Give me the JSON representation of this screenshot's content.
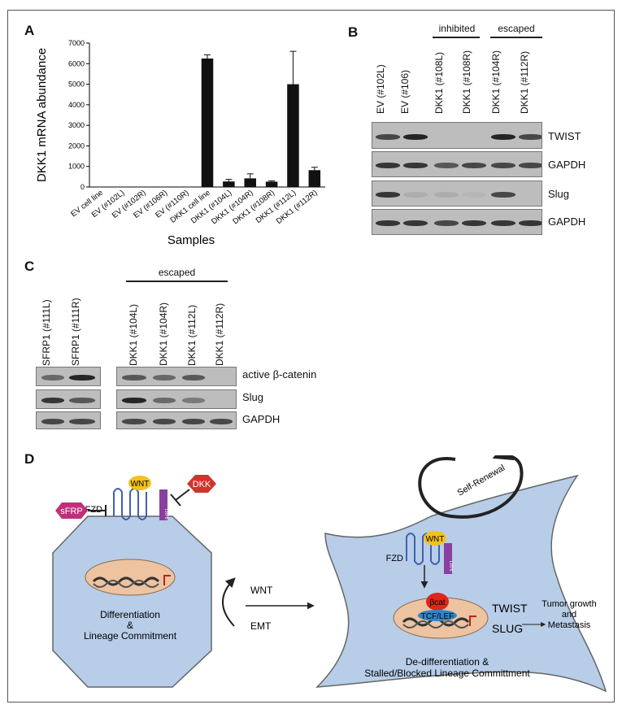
{
  "panels": {
    "a": "A",
    "b": "B",
    "c": "C",
    "d": "D"
  },
  "chart_data": {
    "type": "bar",
    "ylabel": "DKK1 mRNA abundance",
    "xlabel": "Samples",
    "ylim": [
      0,
      7000
    ],
    "yticks": [
      "0",
      "1000",
      "2000",
      "3000",
      "4000",
      "5000",
      "6000",
      "7000"
    ],
    "categories": [
      "EV cell line",
      "EV (#102L)",
      "EV (#102R)",
      "EV (#106R)",
      "EV (#110R)",
      "DKK1 cell line",
      "DKK1 (#104L)",
      "DKK1 (#104R)",
      "DKK1 (#108R)",
      "DKK1 (#112L)",
      "DKK1 (#112R)"
    ],
    "values": [
      2,
      2,
      2,
      2,
      2,
      6250,
      270,
      420,
      260,
      5000,
      820
    ],
    "errors": [
      0,
      0,
      0,
      0,
      0,
      180,
      100,
      220,
      40,
      1600,
      140
    ]
  },
  "panel_b": {
    "group_inhibited": "inhibited",
    "group_escaped": "escaped",
    "lanes": [
      "EV (#102L)",
      "EV (#106)",
      "DKK1 (#108L)",
      "DKK1 (#108R)",
      "DKK1 (#104R)",
      "DKK1 (#112R)"
    ],
    "rows": [
      "TWIST",
      "GAPDH",
      "Slug",
      "GAPDH"
    ]
  },
  "panel_c": {
    "group_escaped": "escaped",
    "lanes_left": [
      "SFRP1 (#111L)",
      "SFRP1 (#111R)"
    ],
    "lanes_right": [
      "DKK1 (#104L)",
      "DKK1 (#104R)",
      "DKK1 (#112L)",
      "DKK1 (#112R)"
    ],
    "rows": [
      "active β-catenin",
      "Slug",
      "GAPDH"
    ]
  },
  "panel_d": {
    "sfrp": "sFRP",
    "dkk": "DKK",
    "wnt": "WNT",
    "fzd": "FZD",
    "lrp": "LRP6",
    "left_caption": [
      "Differentiation",
      "&",
      "Lineage Commitment"
    ],
    "arrow_wnt": "WNT",
    "arrow_emt": "EMT",
    "self_renewal": "Self-Renewal",
    "bcat": "βcat",
    "tcf": "TCF/LEF",
    "twist": "TWIST",
    "slug": "SLUG",
    "outcome": [
      "Tumor growth",
      "and",
      "Metastasis"
    ],
    "right_caption": [
      "De-differentiation &",
      "Stalled/Blocked Lineage Committment"
    ],
    "colors": {
      "cell": "#b7cde8",
      "nucleus": "#edc3a0",
      "wnt": "#f2c21c",
      "receptor": "#8a3fa0",
      "sfrp": "#c0307a",
      "dkk": "#d0342c",
      "bcat": "#e0251b",
      "tcf": "#2f86c8"
    }
  }
}
